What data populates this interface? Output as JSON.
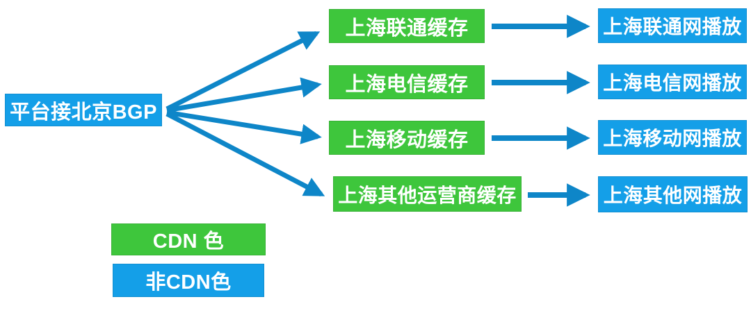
{
  "colors": {
    "cdn_green": "#3EC63C",
    "non_cdn_blue": "#149FE8",
    "arrow": "#0E86C8",
    "text": "#FFFFFF"
  },
  "source": {
    "label": "平台接北京BGP"
  },
  "flows": [
    {
      "cache_label": "上海联通缓存",
      "play_label": "上海联通网播放"
    },
    {
      "cache_label": "上海电信缓存",
      "play_label": "上海电信网播放"
    },
    {
      "cache_label": "上海移动缓存",
      "play_label": "上海移动网播放"
    },
    {
      "cache_label": "上海其他运营商缓存",
      "play_label": "上海其他网播放"
    }
  ],
  "legend": {
    "cdn": {
      "label": "CDN 色",
      "color": "#3EC63C"
    },
    "non_cdn": {
      "label": "非CDN色",
      "color": "#149FE8"
    }
  }
}
